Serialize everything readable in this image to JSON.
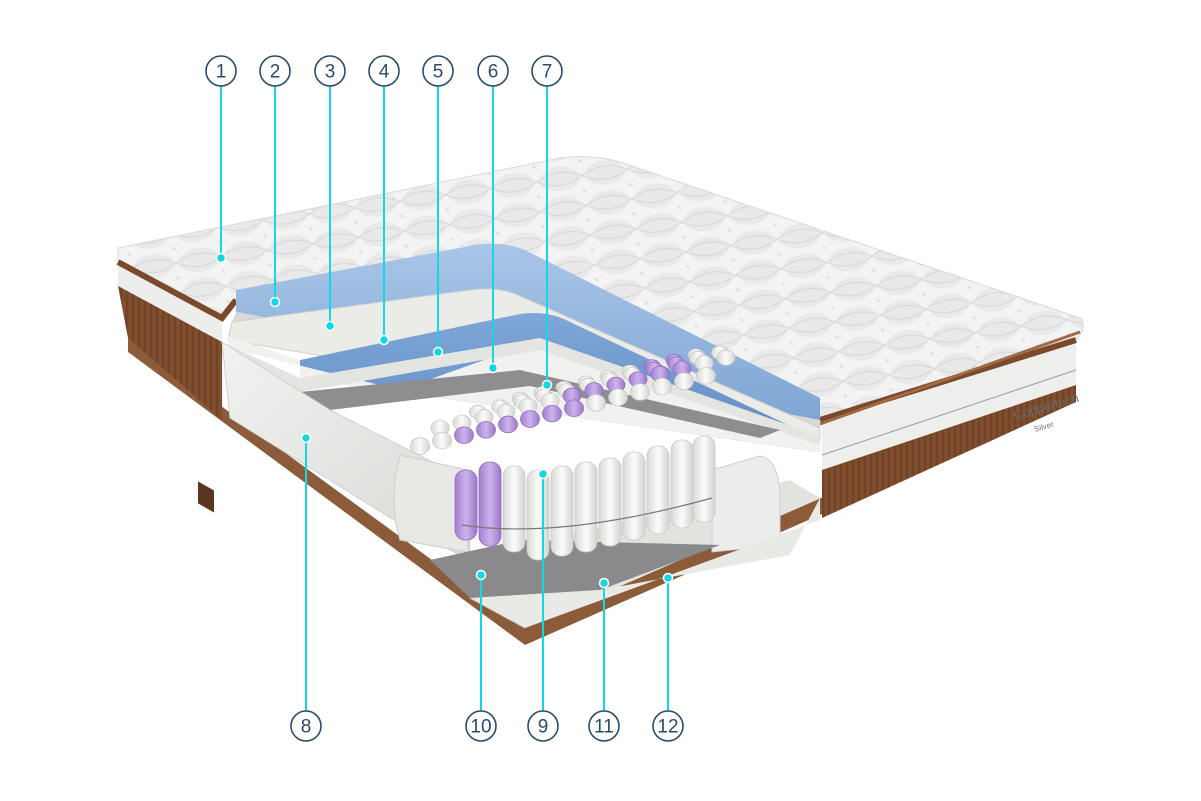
{
  "brand_label": "Coppertech",
  "brand_sublabel": "Silver",
  "colors": {
    "leader": "#12d8e6",
    "callout_stroke": "#2b4a6b",
    "quilt_top": "#f1f1f2",
    "copper": "#7a4a2a",
    "gel_blue": "#8fb3dd",
    "felt_gray": "#8e8e90",
    "spring_white": "#ededeb",
    "spring_purple": "#b89ad9",
    "side_foam": "#e6e6e4"
  },
  "callouts": [
    {
      "label": "1"
    },
    {
      "label": "2"
    },
    {
      "label": "3"
    },
    {
      "label": "4"
    },
    {
      "label": "5"
    },
    {
      "label": "6"
    },
    {
      "label": "7"
    },
    {
      "label": "8"
    },
    {
      "label": "10"
    },
    {
      "label": "9"
    },
    {
      "label": "11"
    },
    {
      "label": "12"
    }
  ]
}
